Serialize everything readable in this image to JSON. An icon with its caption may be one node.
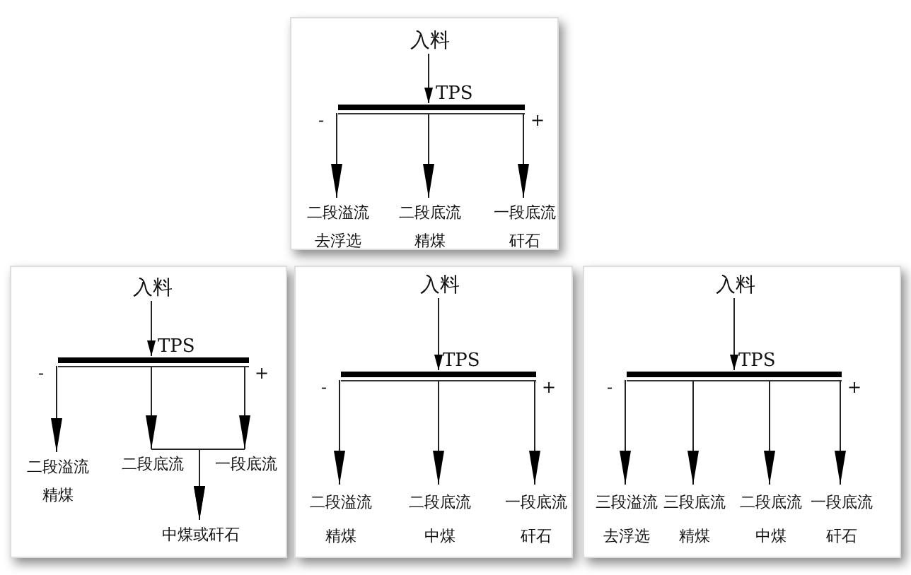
{
  "diagram": {
    "nodes": [
      {
        "text": [],
        "shape": "box"
      },
      {
        "text": [
          "入料"
        ],
        "in": 0
      },
      {
        "text": [
          "TPS"
        ],
        "beside": [
          "-",
          "+"
        ],
        "in": 0
      },
      {
        "text": [
          "二段溢流",
          "去浮选"
        ],
        "in": 0
      },
      {
        "text": [
          "二段底流",
          "精煤"
        ],
        "in": 0
      },
      {
        "text": [
          "一段底流",
          "矸石"
        ],
        "in": 0
      },
      {
        "text": [],
        "shape": "box"
      },
      {
        "text": [
          "入料"
        ],
        "in": 6
      },
      {
        "text": [
          "TPS"
        ],
        "beside": [
          "-",
          "+"
        ],
        "in": 6
      },
      {
        "text": [
          "二段溢流",
          "精煤"
        ],
        "in": 6
      },
      {
        "text": [
          "二段底流"
        ],
        "in": 6
      },
      {
        "text": [
          "一段底流"
        ],
        "in": 6
      },
      {
        "text": [
          "中煤或矸石"
        ],
        "in": 6
      },
      {
        "text": [],
        "shape": "box"
      },
      {
        "text": [
          "入料"
        ],
        "in": 13
      },
      {
        "text": [
          "TPS"
        ],
        "beside": [
          "-",
          "+"
        ],
        "in": 13
      },
      {
        "text": [
          "二段溢流",
          "精煤"
        ],
        "in": 13
      },
      {
        "text": [
          "二段底流",
          "中煤"
        ],
        "in": 13
      },
      {
        "text": [
          "一段底流",
          "矸石"
        ],
        "in": 13
      },
      {
        "text": [],
        "shape": "box"
      },
      {
        "text": [
          "入料"
        ],
        "in": 19
      },
      {
        "text": [
          "TPS"
        ],
        "beside": [
          "-",
          "+"
        ],
        "in": 19
      },
      {
        "text": [
          "三段溢流",
          "去浮选"
        ],
        "in": 19
      },
      {
        "text": [
          "三段底流",
          "精煤"
        ],
        "in": 19
      },
      {
        "text": [
          "二段底流",
          "中煤"
        ],
        "in": 19
      },
      {
        "text": [
          "一段底流",
          "矸石"
        ],
        "in": 19
      }
    ],
    "edges": [
      {
        "from": 1,
        "to": 2,
        "arrow": "to"
      },
      {
        "from": 2,
        "to": 3,
        "arrow": "to"
      },
      {
        "from": 2,
        "to": 4,
        "arrow": "to"
      },
      {
        "from": 2,
        "to": 5,
        "arrow": "to"
      },
      {
        "from": 7,
        "to": 8,
        "arrow": "to"
      },
      {
        "from": 8,
        "to": 9,
        "arrow": "to"
      },
      {
        "from": 8,
        "to": 10,
        "arrow": "to"
      },
      {
        "from": 8,
        "to": 11,
        "arrow": "to"
      },
      {
        "from": 10,
        "to": 12,
        "arrow": "to"
      },
      {
        "from": 11,
        "to": 12,
        "arrow": "to"
      },
      {
        "from": 14,
        "to": 15,
        "arrow": "to"
      },
      {
        "from": 15,
        "to": 16,
        "arrow": "to"
      },
      {
        "from": 15,
        "to": 17,
        "arrow": "to"
      },
      {
        "from": 15,
        "to": 18,
        "arrow": "to"
      },
      {
        "from": 20,
        "to": 21,
        "arrow": "to"
      },
      {
        "from": 21,
        "to": 22,
        "arrow": "to"
      },
      {
        "from": 21,
        "to": 23,
        "arrow": "to"
      },
      {
        "from": 21,
        "to": 24,
        "arrow": "to"
      },
      {
        "from": 21,
        "to": 25,
        "arrow": "to"
      }
    ]
  }
}
